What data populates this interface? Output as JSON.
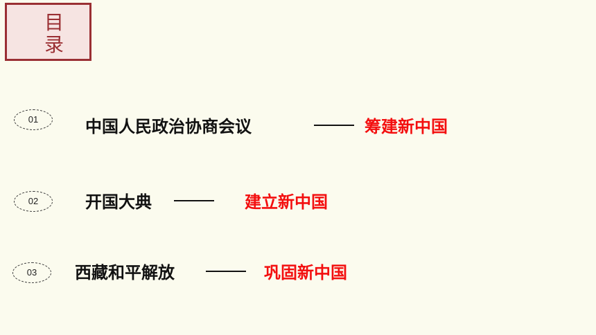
{
  "title": {
    "text": "目录"
  },
  "items": [
    {
      "number": "01",
      "topic": "中国人民政治协商会议",
      "goal": "筹建新中国"
    },
    {
      "number": "02",
      "topic": "开国大典",
      "goal": "建立新中国"
    },
    {
      "number": "03",
      "topic": "西藏和平解放",
      "goal": "巩固新中国"
    }
  ],
  "colors": {
    "background": "#fbfbee",
    "title_fill": "#f6e4e2",
    "title_border": "#9a2f33",
    "goal_text": "#f30f0f",
    "topic_text": "#111111"
  }
}
